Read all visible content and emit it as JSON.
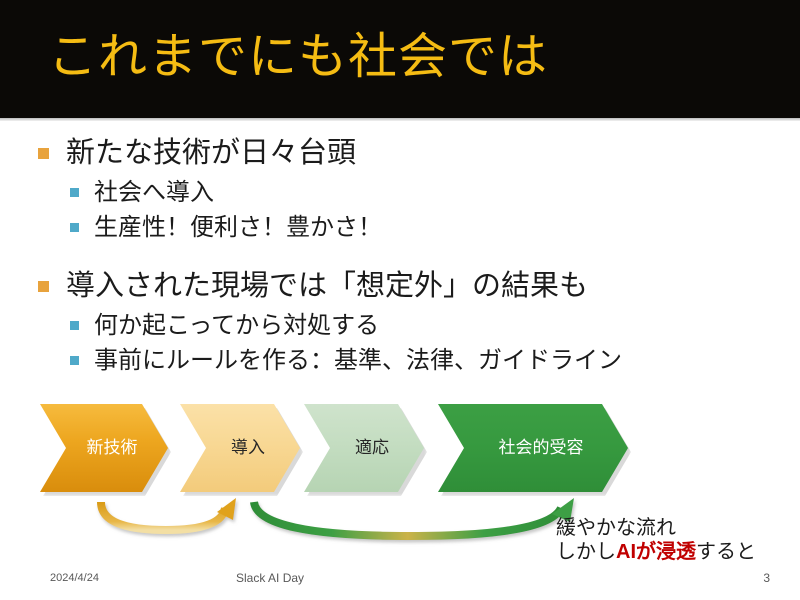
{
  "slide": {
    "title": "これまでにも社会では",
    "title_color": "#f5bc13",
    "banner_color": "#0b0906"
  },
  "body": {
    "groups": [
      {
        "main": "新たな技術が日々台頭",
        "subs": [
          "社会へ導入",
          "生産性！便利さ！豊かさ！"
        ]
      },
      {
        "main": "導入された現場では「想定外」の結果も",
        "subs": [
          "何か起こってから対処する",
          "事前にルールを作る：基準、法律、ガイドライン"
        ]
      }
    ],
    "marker_level1_color": "#e8a33d",
    "marker_level2_color": "#4fa9c9"
  },
  "process": {
    "steps": [
      {
        "label": "新技術",
        "fill": "#eda61f",
        "text_color": "#ffffff"
      },
      {
        "label": "導入",
        "fill": "#f8d894",
        "text_color": "#262626"
      },
      {
        "label": "適応",
        "fill": "#c4ddc1",
        "text_color": "#262626"
      },
      {
        "label": "社会的受容",
        "fill": "#36993f",
        "text_color": "#ffffff"
      }
    ]
  },
  "arrows": [
    {
      "name": "short-orange-arc",
      "color": "#d99b16"
    },
    {
      "name": "long-green-arc",
      "color": "#3c9f44"
    }
  ],
  "callout": {
    "line1": "緩やかな流れ",
    "line2_prefix": "しかし",
    "line2_emphasis": "AIが浸透",
    "line2_suffix": "すると",
    "emphasis_color": "#c00000"
  },
  "footer": {
    "date": "2024/4/24",
    "event": "Slack AI Day",
    "page_number": "3"
  }
}
